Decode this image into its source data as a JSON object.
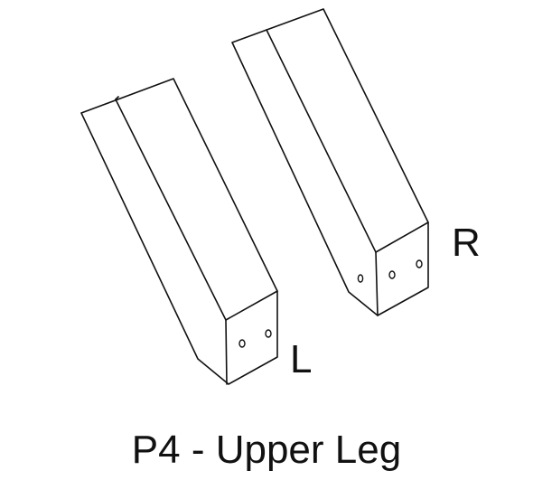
{
  "diagram": {
    "pieces": [
      {
        "label": "L",
        "hole_count": 2
      },
      {
        "label": "R",
        "hole_count": 3
      }
    ],
    "caption": "P4 - Upper Leg",
    "line_color": "#111111",
    "background_color": "#ffffff"
  }
}
